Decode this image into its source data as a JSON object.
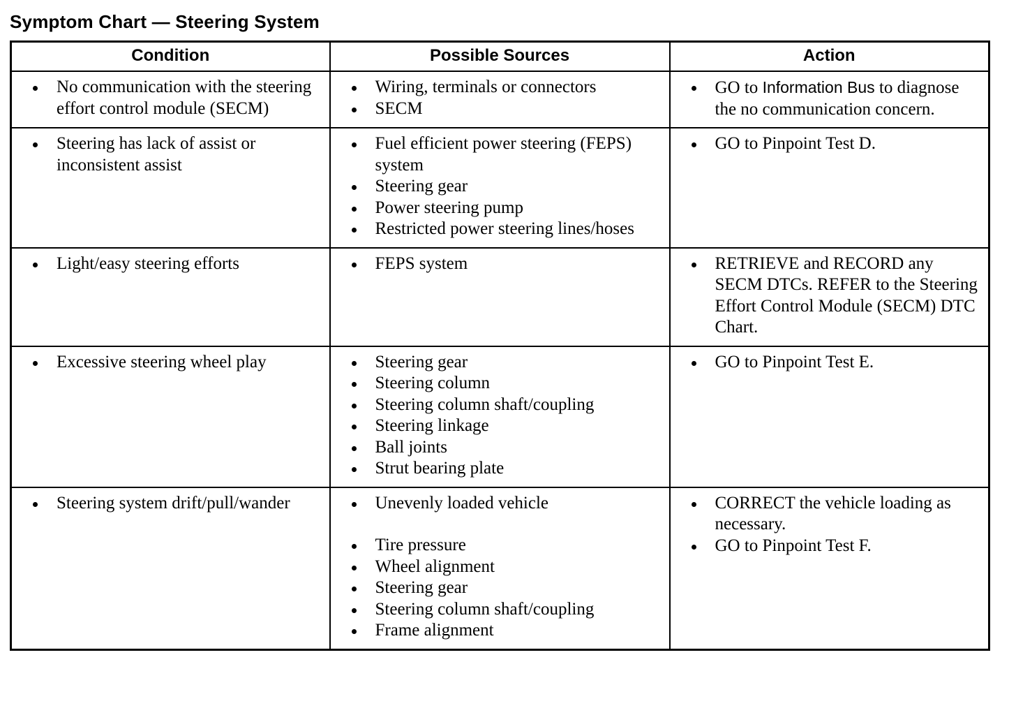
{
  "document": {
    "title": "Symptom Chart — Steering System"
  },
  "table": {
    "headers": {
      "condition": "Condition",
      "sources": "Possible Sources",
      "action": "Action"
    },
    "rows": [
      {
        "condition": [
          "No communication with the steering effort control module (SECM)"
        ],
        "sources": [
          "Wiring, terminals or connectors",
          "SECM"
        ],
        "action_parts": [
          {
            "pre": "GO to ",
            "xref": "Information Bus",
            "post": " to diagnose the no communication concern."
          }
        ]
      },
      {
        "condition": [
          "Steering has lack of assist or inconsistent assist"
        ],
        "sources": [
          "Fuel efficient power steering (FEPS) system",
          "Steering gear",
          "Power steering pump",
          "Restricted power steering lines/hoses"
        ],
        "action": [
          "GO to Pinpoint Test D."
        ]
      },
      {
        "condition": [
          "Light/easy steering efforts"
        ],
        "sources": [
          "FEPS system"
        ],
        "action": [
          "RETRIEVE and RECORD any SECM DTCs. REFER to the Steering Effort Control Module (SECM) DTC Chart."
        ]
      },
      {
        "condition": [
          "Excessive steering wheel play"
        ],
        "sources": [
          "Steering gear",
          "Steering column",
          "Steering column shaft/coupling",
          "Steering linkage",
          "Ball joints",
          "Strut bearing plate"
        ],
        "action": [
          "GO to Pinpoint Test E."
        ]
      },
      {
        "condition": [
          "Steering system drift/pull/wander"
        ],
        "sources": [
          "Unevenly loaded vehicle",
          "Tire pressure",
          "Wheel alignment",
          "Steering gear",
          "Steering column shaft/coupling",
          "Frame alignment"
        ],
        "action": [
          "CORRECT the vehicle loading as necessary.",
          "GO to Pinpoint Test F."
        ]
      }
    ]
  }
}
